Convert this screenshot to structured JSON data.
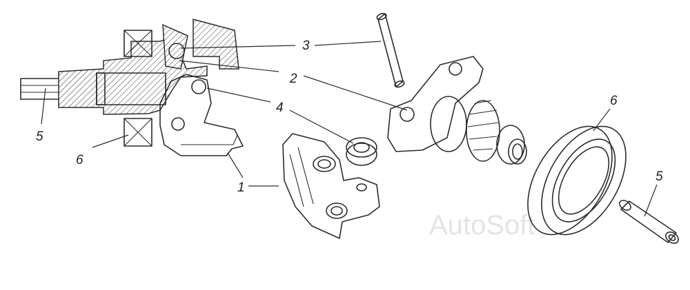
{
  "callouts": {
    "c1": "1",
    "c2": "2",
    "c3": "3",
    "c4": "4",
    "c5_left": "5",
    "c6_left": "6",
    "c6_right": "6",
    "c5_right": "5"
  },
  "watermark": "AutoSoft",
  "colors": {
    "line": "#2a2a2a",
    "background": "#ffffff",
    "watermark": "#e4e4e4"
  }
}
